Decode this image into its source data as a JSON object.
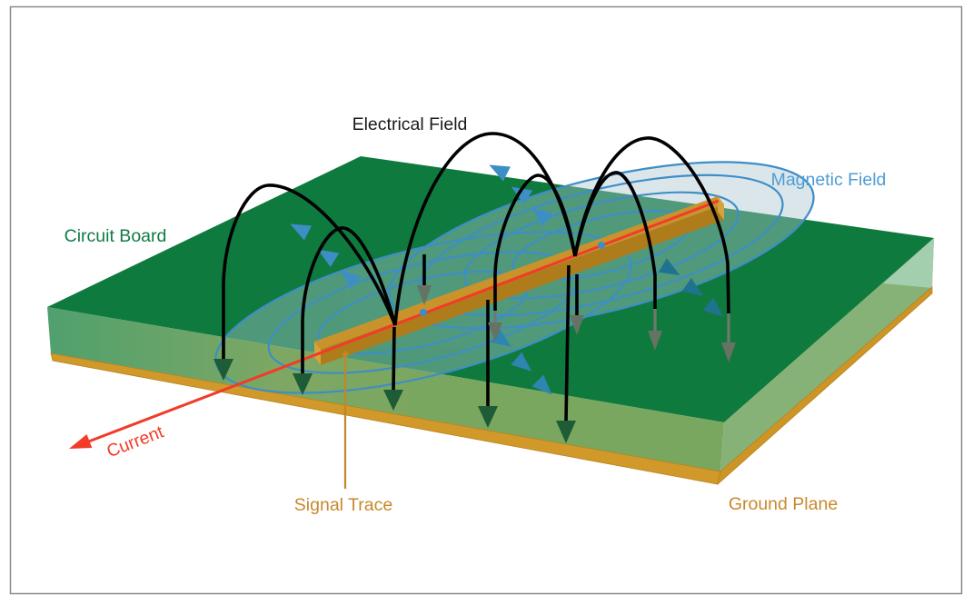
{
  "figure": {
    "border_color": "#8a8a8a",
    "background": "#ffffff"
  },
  "labels": {
    "electrical_field": {
      "text": "Electrical Field",
      "color": "#1a1a1a"
    },
    "magnetic_field": {
      "text": "Magnetic Field",
      "color": "#4E9CD4"
    },
    "circuit_board": {
      "text": "Circuit Board",
      "color": "#0F7B45"
    },
    "current": {
      "text": "Current",
      "color": "#F23B28"
    },
    "signal_trace": {
      "text": "Signal Trace",
      "color": "#C8882B"
    },
    "ground_plane": {
      "text": "Ground Plane",
      "color": "#C8882B"
    }
  },
  "palette": {
    "board_top": "#0F7A3D",
    "board_side_left": "#6FA565",
    "board_side_right": "#86B177",
    "board_side_corner": "#A4CFAE",
    "ground_plane": "#D0992A",
    "trace_top": "#C9932C",
    "trace_side": "#AF7C1C",
    "trace_cap": "#D4A33E",
    "current_line": "#F23B28",
    "magnetic_ring": "#3E8EC6",
    "magnetic_fill": "#AAC4D0",
    "efield_arc": "#000000",
    "arrowhead_ground": "#1E5B37",
    "arrowhead_surface": "#667262"
  }
}
